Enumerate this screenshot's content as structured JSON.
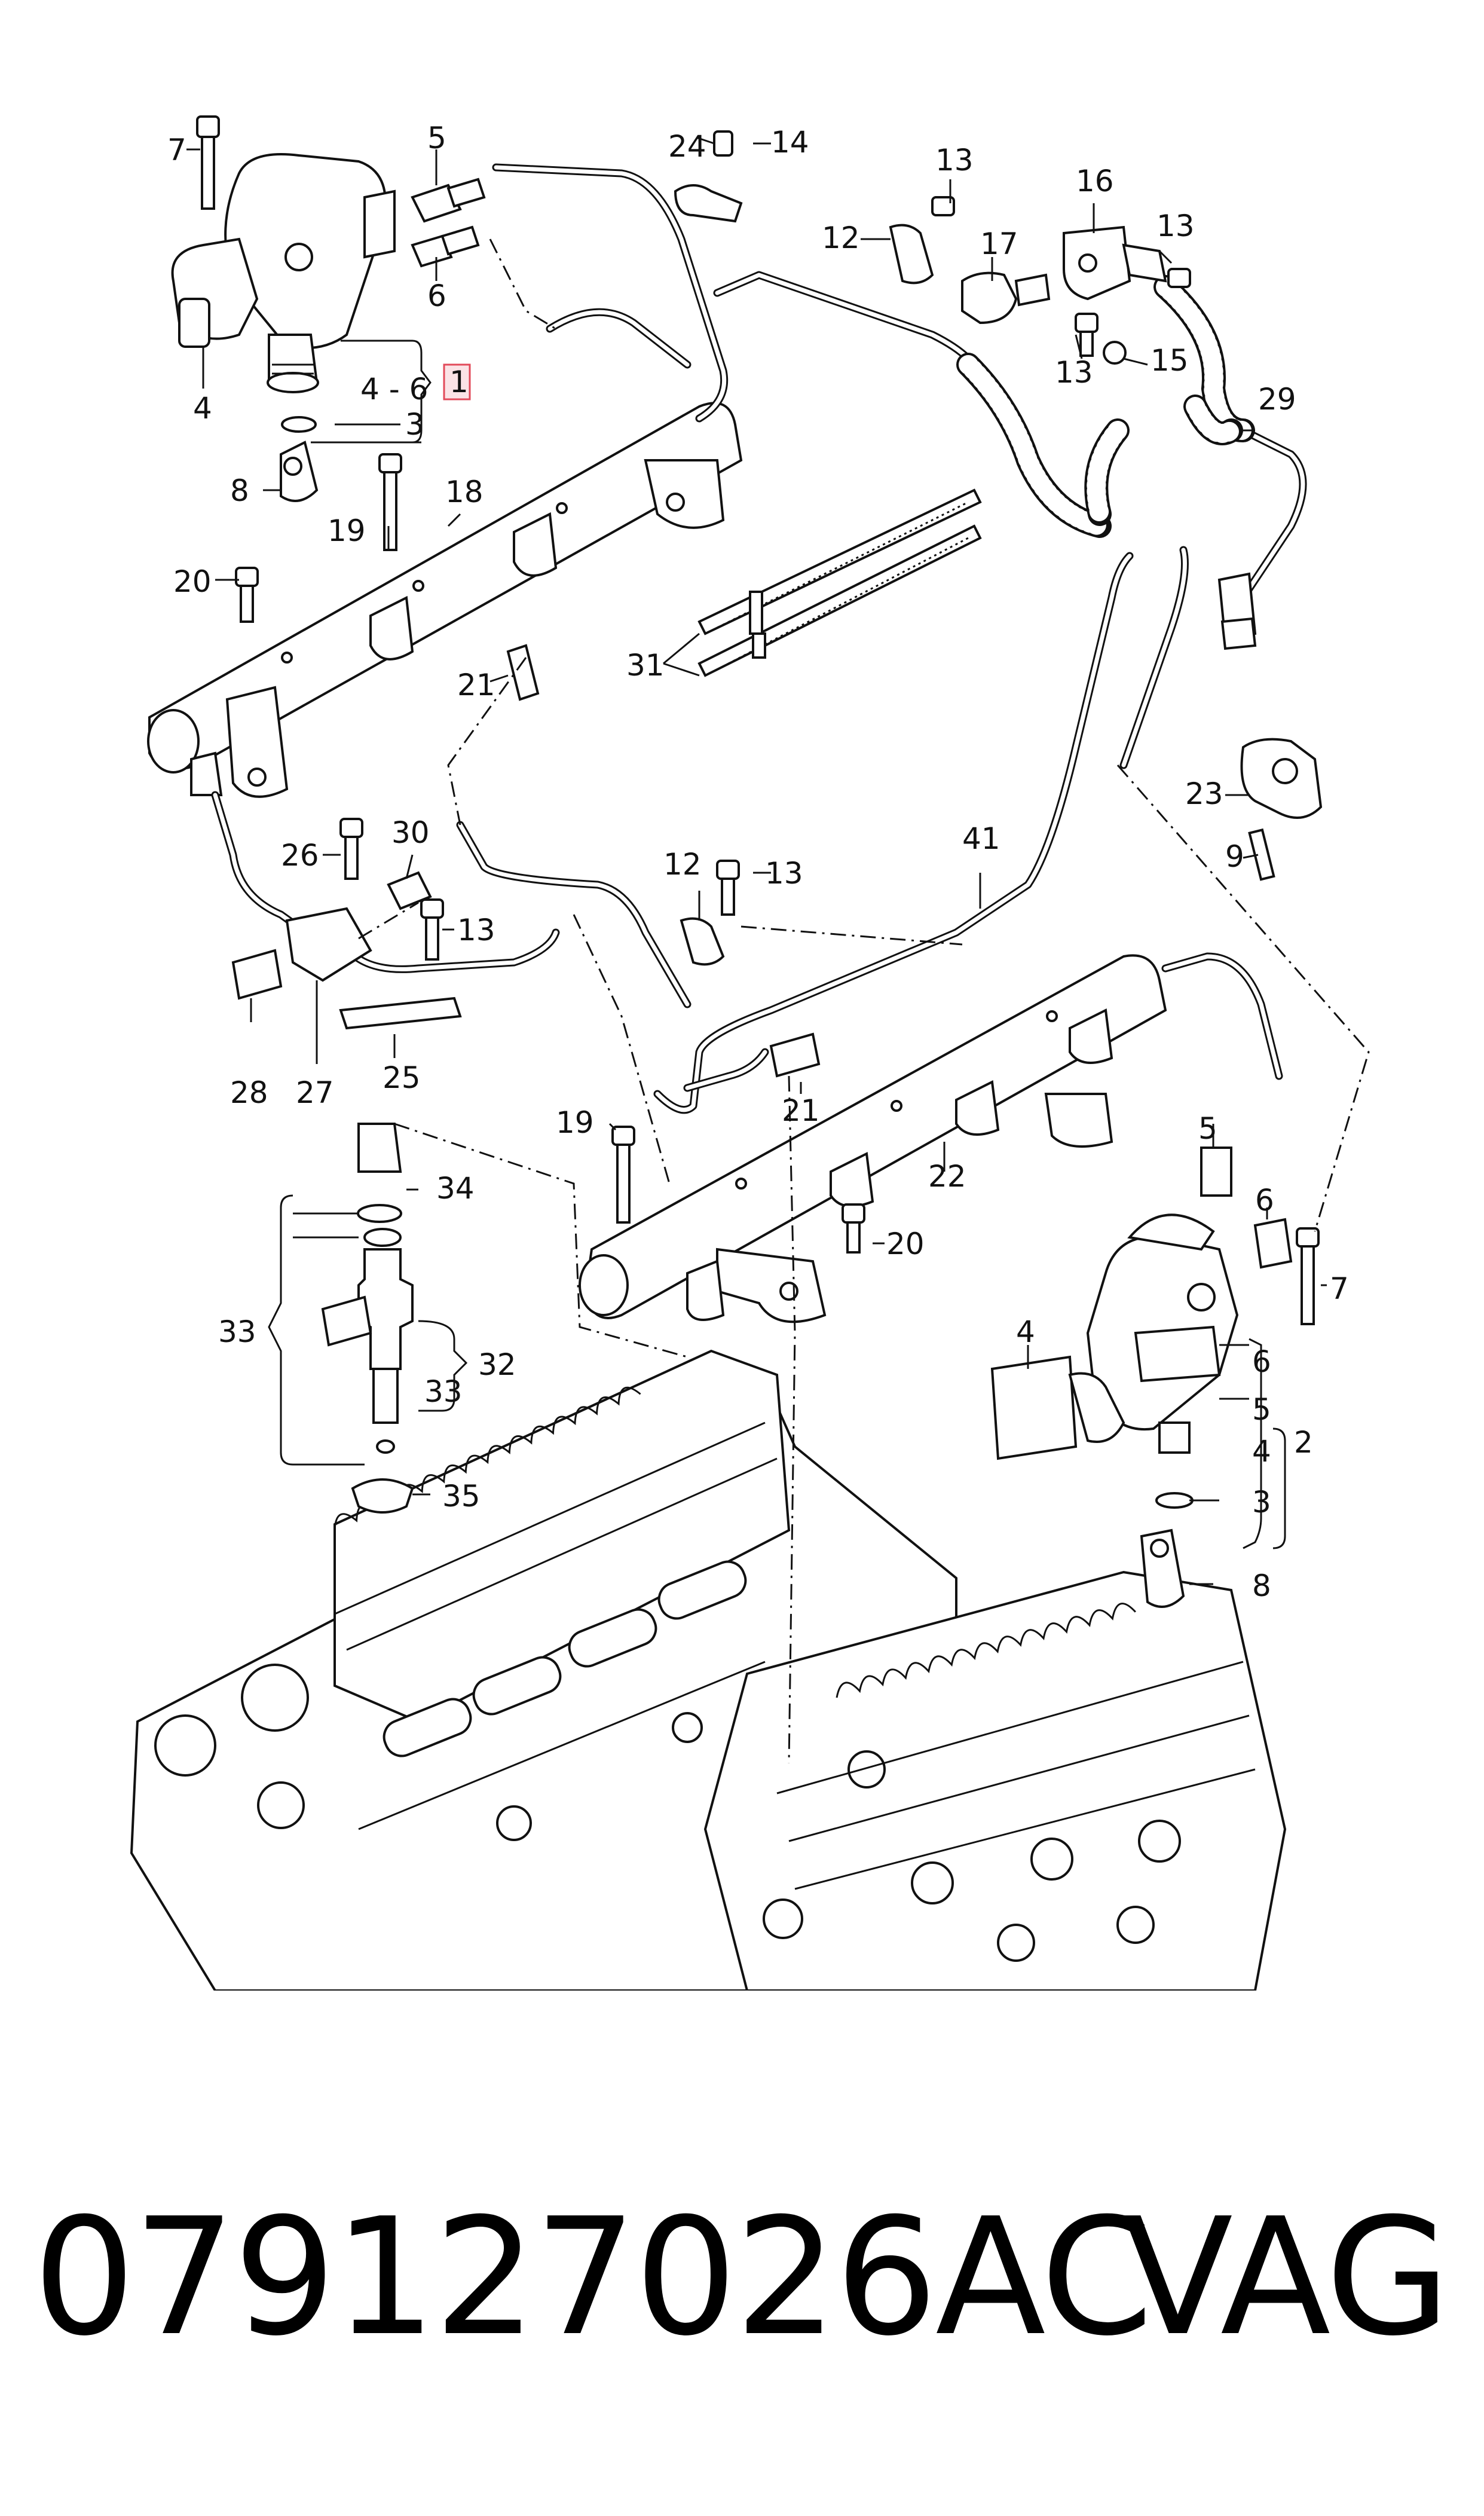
{
  "callouts": {
    "c1": "1",
    "c2": "2",
    "c3": "3",
    "c3b": "3",
    "c4": "4",
    "c4b": "4",
    "c4c": "4",
    "c4_6": "4 - 6",
    "c5": "5",
    "c5b": "5",
    "c5c": "5",
    "c6": "6",
    "c6b": "6",
    "c6c": "6",
    "c7": "7",
    "c7b": "7",
    "c8": "8",
    "c8b": "8",
    "c9": "9",
    "c12": "12",
    "c12b": "12",
    "c13a": "13",
    "c13b": "13",
    "c13c": "13",
    "c13d": "13",
    "c13e": "13",
    "c14": "14",
    "c15": "15",
    "c16": "16",
    "c17": "17",
    "c18": "18",
    "c19": "19",
    "c19b": "19",
    "c20": "20",
    "c20b": "20",
    "c21": "21",
    "c21b": "21",
    "c22": "22",
    "c23": "23",
    "c24": "24",
    "c25": "25",
    "c26": "26",
    "c27": "27",
    "c28": "28",
    "c29": "29",
    "c30": "30",
    "c31": "31",
    "c32": "32",
    "c33": "33",
    "c33b": "33",
    "c34": "34",
    "c35": "35",
    "c41": "41"
  },
  "footer": {
    "part_number": "079127026AC",
    "brand": "VAG"
  },
  "colors": {
    "highlight_border": "#e24a5a",
    "highlight_fill": "#fbe3e6",
    "line": "#111111"
  }
}
